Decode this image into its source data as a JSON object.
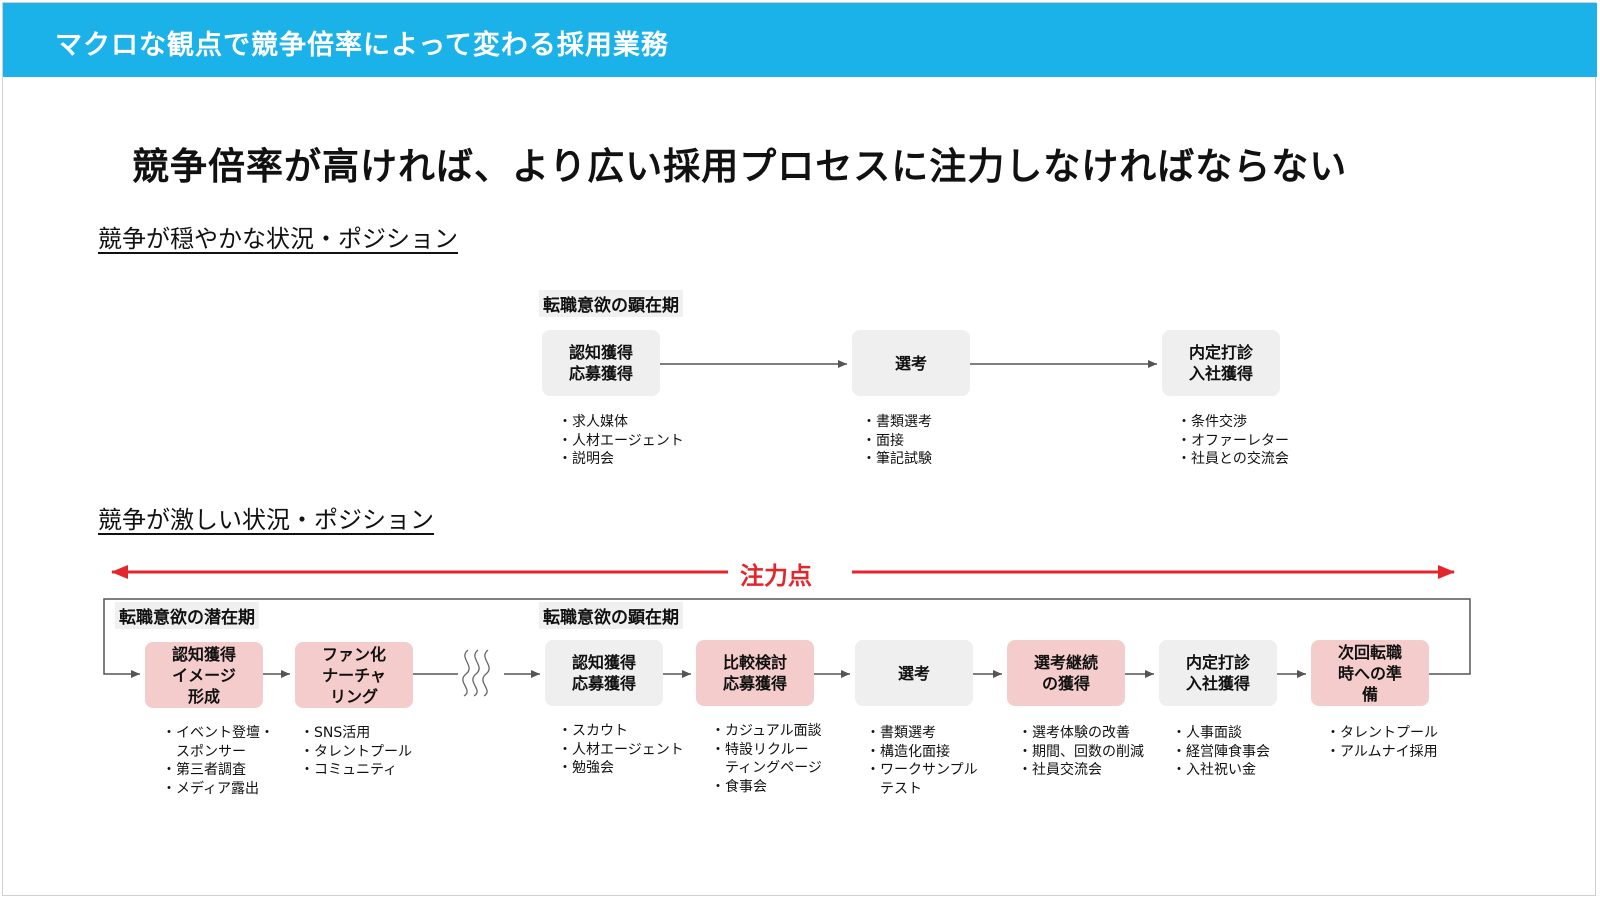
{
  "header": {
    "title": "マクロな観点で競争倍率によって変わる採用業務",
    "background_color": "#1ab2e8"
  },
  "headline": "競争倍率が高ければ、より広い採用プロセスに注力しなければならない",
  "mild_section": {
    "heading": "競争が穏やかな状況・ポジション",
    "phase_label": "転職意欲の顕在期",
    "steps": [
      {
        "label": "認知獲得\n応募獲得",
        "bullets": [
          "・求人媒体",
          "・人材エージェント",
          "・説明会"
        ]
      },
      {
        "label": "選考",
        "bullets": [
          "・書類選考",
          "・面接",
          "・筆記試験"
        ]
      },
      {
        "label": "内定打診\n入社獲得",
        "bullets": [
          "・条件交渉",
          "・オファーレター",
          "・社員との交流会"
        ]
      }
    ]
  },
  "intense_section": {
    "heading": "競争が激しい状況・ポジション",
    "focus_label": "注力点",
    "focus_color": "#e3262c",
    "latent_phase_label": "転職意欲の潜在期",
    "active_phase_label": "転職意欲の顕在期",
    "steps": [
      {
        "label": "認知獲得\nイメージ\n形成",
        "highlight": true,
        "bullets": [
          "・イベント登壇・",
          "　スポンサー",
          "・第三者調査",
          "・メディア露出"
        ]
      },
      {
        "label": "ファン化\nナーチャ\nリング",
        "highlight": true,
        "bullets": [
          "・SNS活用",
          "・タレントプール",
          "・コミュニティ"
        ]
      },
      {
        "label": "認知獲得\n応募獲得",
        "highlight": false,
        "bullets": [
          "・スカウト",
          "・人材エージェント",
          "・勉強会"
        ]
      },
      {
        "label": "比較検討\n応募獲得",
        "highlight": true,
        "bullets": [
          "・カジュアル面談",
          "・特設リクルー",
          "　ティングページ",
          "・食事会"
        ]
      },
      {
        "label": "選考",
        "highlight": false,
        "bullets": [
          "・書類選考",
          "・構造化面接",
          "・ワークサンプル",
          "　テスト"
        ]
      },
      {
        "label": "選考継続\nの獲得",
        "highlight": true,
        "bullets": [
          "・選考体験の改善",
          "・期間、回数の削減",
          "・社員交流会"
        ]
      },
      {
        "label": "内定打診\n入社獲得",
        "highlight": false,
        "bullets": [
          "・人事面談",
          "・経営陣食事会",
          "・入社祝い金"
        ]
      },
      {
        "label": "次回転職\n時への準\n備",
        "highlight": true,
        "bullets": [
          "・タレントプール",
          "・アルムナイ採用"
        ]
      }
    ]
  },
  "colors": {
    "step_gray": "#efefef",
    "step_highlight": "#f4cccc"
  }
}
